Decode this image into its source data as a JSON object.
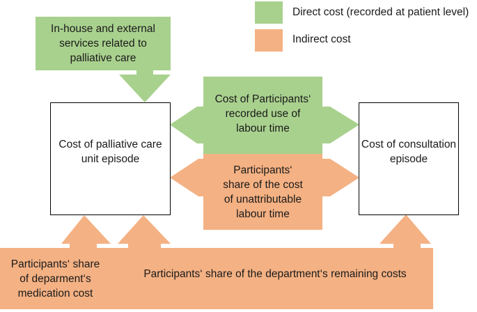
{
  "legend": {
    "direct": {
      "label": "Direct cost (recorded at patient level)",
      "color": "#a9d18e"
    },
    "indirect": {
      "label": "Indirect cost",
      "color": "#f4b183"
    }
  },
  "boxes": {
    "palliative_episode": "Cost of palliative care\nunit episode",
    "consultation_episode": "Cost of consultation\nepisode"
  },
  "arrows": {
    "inhouse_services": "In-house and external\nservices related to\npalliative care",
    "labour_time": "Cost of Participants‘\nrecorded use of\nlabour time",
    "unattributable": "Participants‘\nshare of the cost\nof unattributable\nlabour time",
    "medication": "Participants‘ share\nof deparment‘s\nmedication cost",
    "remaining": "Participants‘ share of the department‘s remaining costs"
  },
  "colors": {
    "outline": "#000000",
    "box_fill": "#ffffff"
  }
}
